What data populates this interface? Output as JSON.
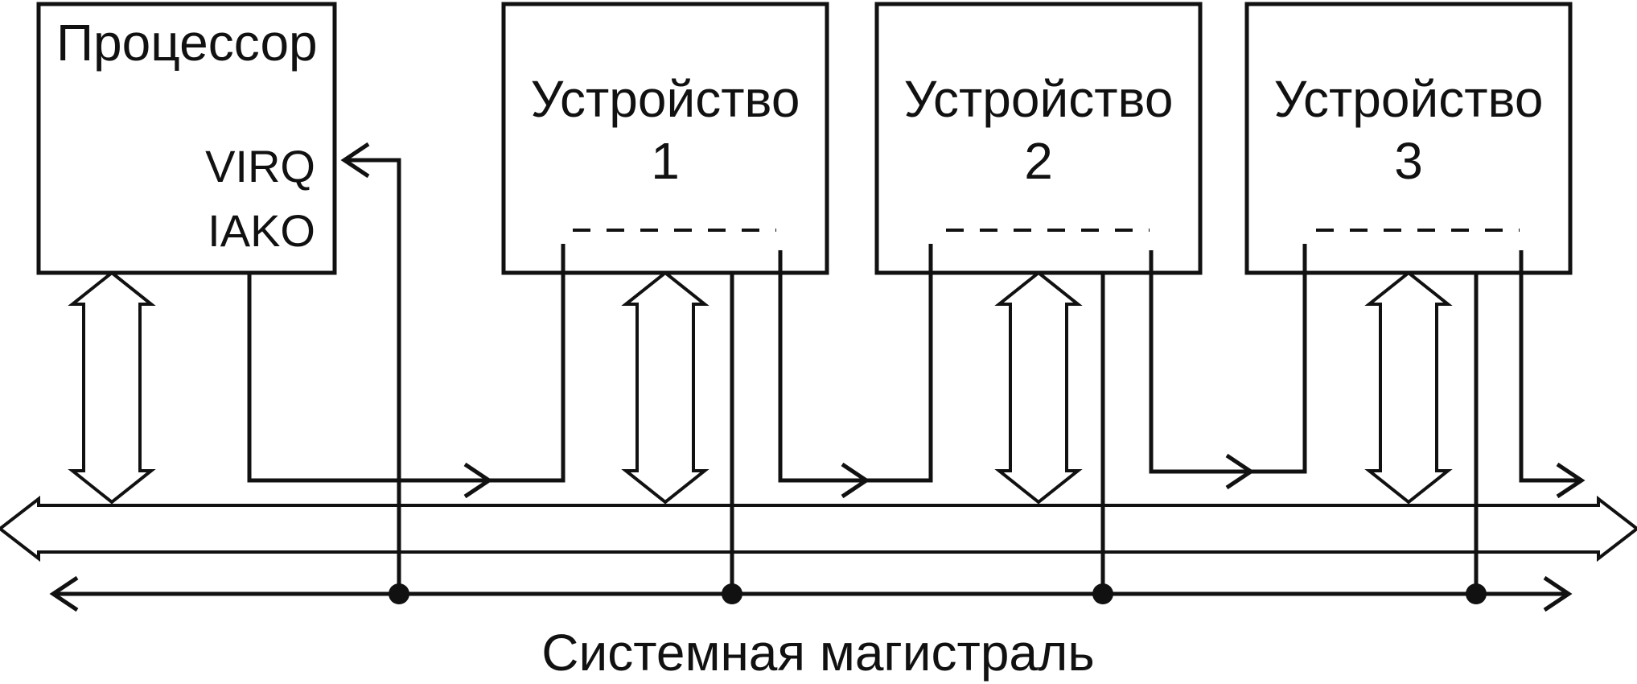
{
  "processor": {
    "title": "Процессор",
    "pin_virq": "VIRQ",
    "pin_iako": "IAKO"
  },
  "devices": [
    {
      "line1": "Устройство",
      "line2": "1"
    },
    {
      "line1": "Устройство",
      "line2": "2"
    },
    {
      "line1": "Устройство",
      "line2": "3"
    }
  ],
  "bus_label": "Системная магистраль"
}
